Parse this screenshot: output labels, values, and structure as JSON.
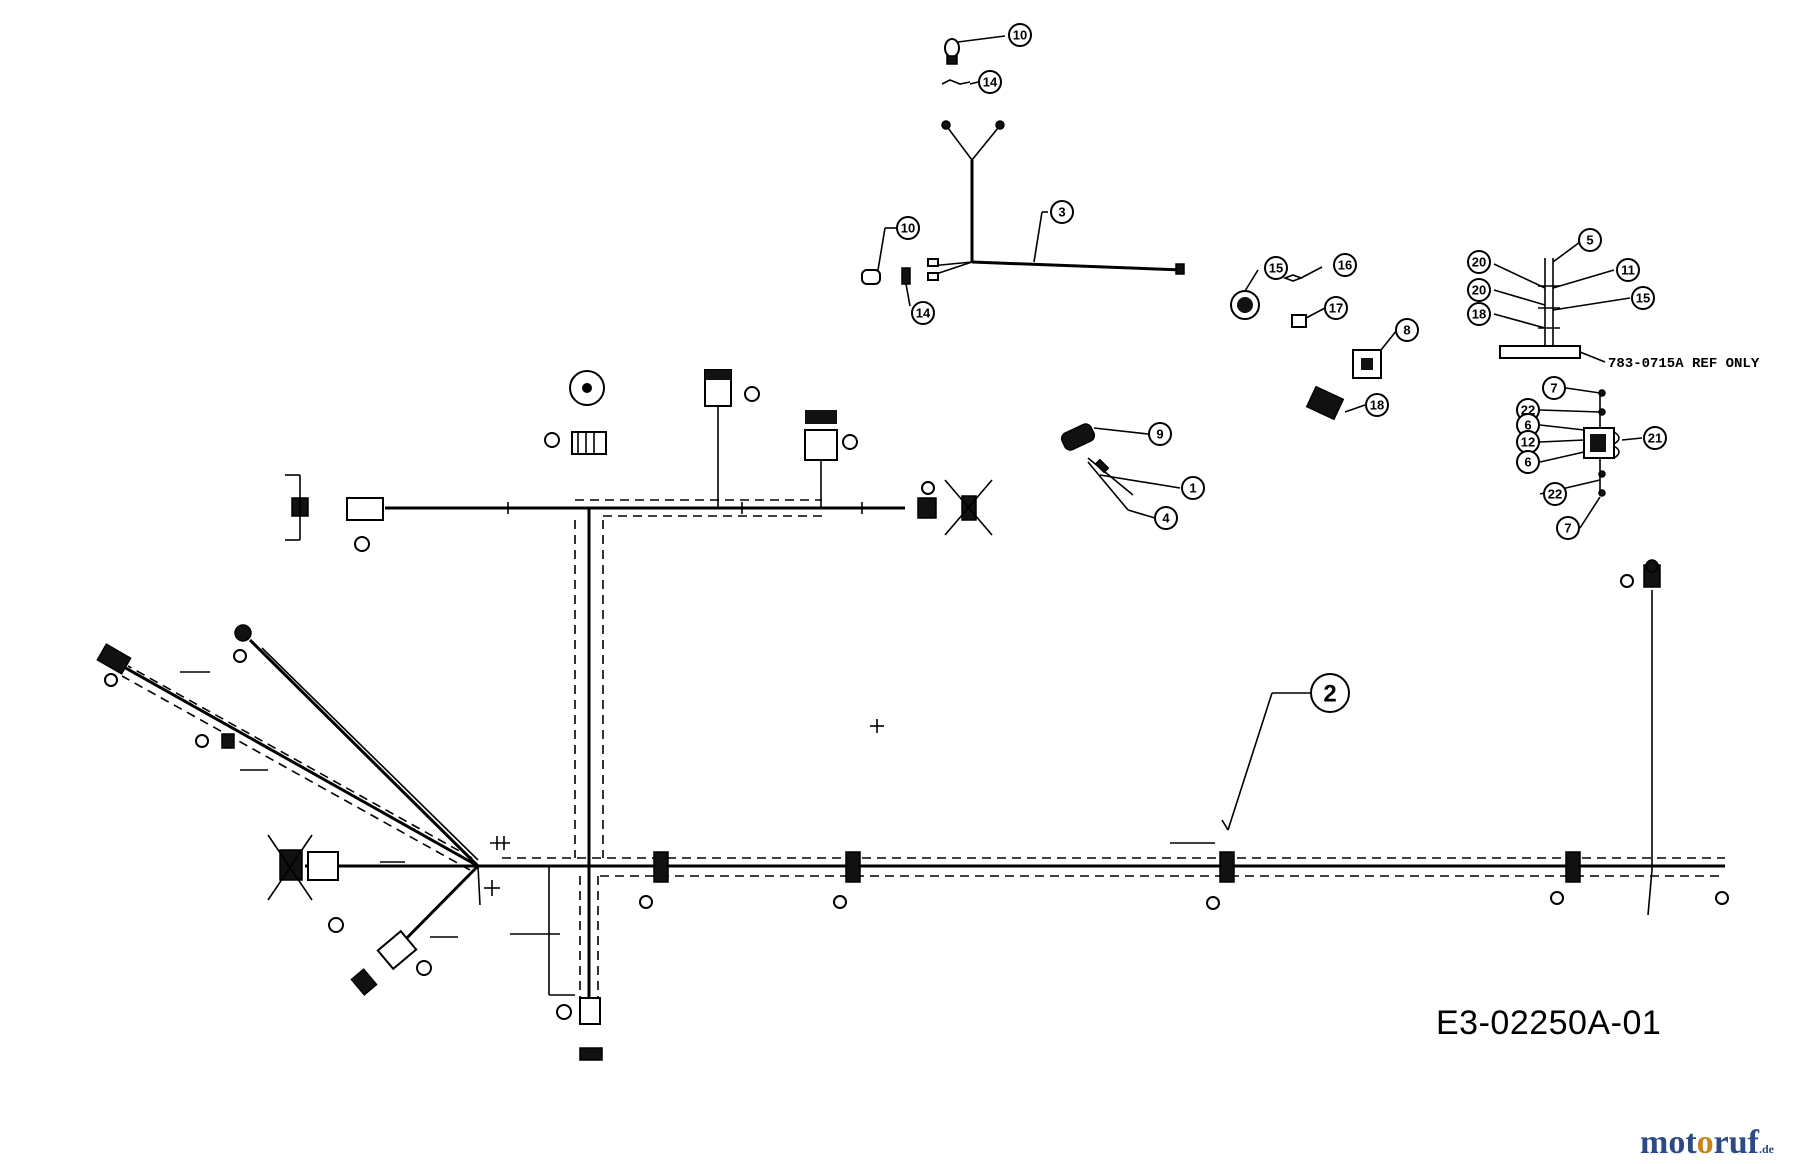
{
  "drawing_code": "E3-02250A-01",
  "ref_note": "783-0715A REF ONLY",
  "watermark": {
    "part1": "mot",
    "part2": "o",
    "part3": "ruf",
    "tld": ".de"
  },
  "callouts": [
    {
      "id": "c-10a",
      "label": "10"
    },
    {
      "id": "c-14a",
      "label": "14"
    },
    {
      "id": "c-3",
      "label": "3"
    },
    {
      "id": "c-10b",
      "label": "10"
    },
    {
      "id": "c-14b",
      "label": "14"
    },
    {
      "id": "c-15a",
      "label": "15"
    },
    {
      "id": "c-16",
      "label": "16"
    },
    {
      "id": "c-17",
      "label": "17"
    },
    {
      "id": "c-8a",
      "label": "8"
    },
    {
      "id": "c-18a",
      "label": "18"
    },
    {
      "id": "c-5",
      "label": "5"
    },
    {
      "id": "c-20a",
      "label": "20"
    },
    {
      "id": "c-11",
      "label": "11"
    },
    {
      "id": "c-20b",
      "label": "20"
    },
    {
      "id": "c-15b",
      "label": "15"
    },
    {
      "id": "c-18b",
      "label": "18"
    },
    {
      "id": "c-7a",
      "label": "7"
    },
    {
      "id": "c-22a",
      "label": "22"
    },
    {
      "id": "c-6a",
      "label": "6"
    },
    {
      "id": "c-12",
      "label": "12"
    },
    {
      "id": "c-21",
      "label": "21"
    },
    {
      "id": "c-6b",
      "label": "6"
    },
    {
      "id": "c-22b",
      "label": "22"
    },
    {
      "id": "c-7b",
      "label": "7"
    },
    {
      "id": "c-9",
      "label": "9"
    },
    {
      "id": "c-1",
      "label": "1"
    },
    {
      "id": "c-4",
      "label": "4"
    },
    {
      "id": "c-2",
      "label": "2"
    }
  ]
}
